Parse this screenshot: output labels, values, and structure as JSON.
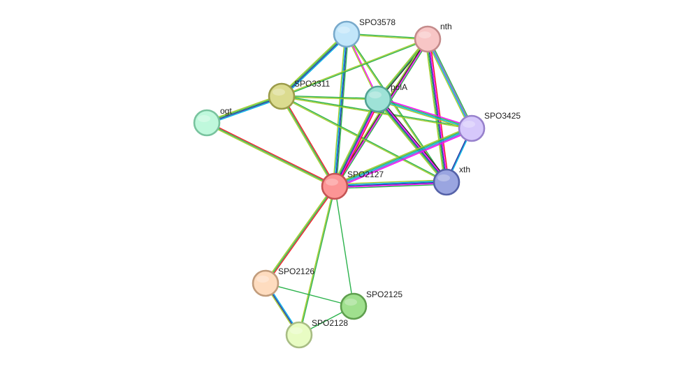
{
  "network": {
    "evidence_colors": {
      "experiments": "#ec1c24",
      "databases": "#00b2e5",
      "textmining": "#a4cc2b",
      "coexpression": "#2a2a2a",
      "neighborhood": "#2bb24c",
      "fusion": "#ff00ff",
      "cooccurrence": "#1f2f9f",
      "homology": "#8e5dc6"
    },
    "nodes": [
      {
        "id": "SPO3578",
        "label": "SPO3578",
        "fill": "#c2e6fa",
        "stroke": "#78a9cb"
      },
      {
        "id": "nth",
        "label": "nth",
        "fill": "#f8c6c6",
        "stroke": "#c48b8b"
      },
      {
        "id": "SPO3311",
        "label": "SPO3311",
        "fill": "#dbdb8f",
        "stroke": "#9b9b4a"
      },
      {
        "id": "polA",
        "label": "polA",
        "fill": "#9ee2d7",
        "stroke": "#52a395"
      },
      {
        "id": "ogt",
        "label": "ogt",
        "fill": "#bff8dc",
        "stroke": "#78c39e"
      },
      {
        "id": "SPO3425",
        "label": "SPO3425",
        "fill": "#d6c8fb",
        "stroke": "#9781cc"
      },
      {
        "id": "xth",
        "label": "xth",
        "fill": "#9aa5e0",
        "stroke": "#5562a8"
      },
      {
        "id": "SPO2127",
        "label": "SPO2127",
        "fill": "#fc9595",
        "stroke": "#c55454"
      },
      {
        "id": "SPO2126",
        "label": "SPO2126",
        "fill": "#fedcbf",
        "stroke": "#c19c7c"
      },
      {
        "id": "SPO2125",
        "label": "SPO2125",
        "fill": "#a0e08e",
        "stroke": "#5f9f4e"
      },
      {
        "id": "SPO2128",
        "label": "SPO2128",
        "fill": "#e8fcc3",
        "stroke": "#a8bd84"
      }
    ],
    "edges": [
      {
        "from": "SPO3578",
        "to": "nth",
        "evidence": [
          "neighborhood",
          "textmining"
        ]
      },
      {
        "from": "SPO3578",
        "to": "SPO3311",
        "evidence": [
          "databases",
          "cooccurrence",
          "neighborhood",
          "textmining"
        ]
      },
      {
        "from": "SPO3578",
        "to": "polA",
        "evidence": [
          "fusion",
          "textmining"
        ]
      },
      {
        "from": "SPO3578",
        "to": "SPO2127",
        "evidence": [
          "neighborhood",
          "cooccurrence",
          "databases",
          "textmining"
        ]
      },
      {
        "from": "SPO3578",
        "to": "xth",
        "evidence": [
          "neighborhood",
          "textmining"
        ]
      },
      {
        "from": "nth",
        "to": "SPO3311",
        "evidence": [
          "neighborhood",
          "textmining"
        ]
      },
      {
        "from": "nth",
        "to": "polA",
        "evidence": [
          "coexpression",
          "neighborhood",
          "textmining"
        ]
      },
      {
        "from": "nth",
        "to": "SPO3425",
        "evidence": [
          "neighborhood",
          "homology",
          "databases",
          "textmining"
        ]
      },
      {
        "from": "nth",
        "to": "xth",
        "evidence": [
          "experiments",
          "fusion",
          "cooccurrence",
          "neighborhood",
          "textmining"
        ]
      },
      {
        "from": "nth",
        "to": "SPO2127",
        "evidence": [
          "neighborhood",
          "fusion",
          "coexpression",
          "textmining"
        ]
      },
      {
        "from": "SPO3311",
        "to": "ogt",
        "evidence": [
          "databases",
          "cooccurrence",
          "neighborhood",
          "textmining"
        ]
      },
      {
        "from": "SPO3311",
        "to": "polA",
        "evidence": [
          "neighborhood",
          "textmining"
        ]
      },
      {
        "from": "SPO3311",
        "to": "SPO3425",
        "evidence": [
          "neighborhood",
          "textmining"
        ]
      },
      {
        "from": "SPO3311",
        "to": "xth",
        "evidence": [
          "neighborhood",
          "textmining"
        ]
      },
      {
        "from": "SPO3311",
        "to": "SPO2127",
        "evidence": [
          "experiments",
          "neighborhood",
          "textmining"
        ]
      },
      {
        "from": "ogt",
        "to": "SPO2127",
        "evidence": [
          "experiments",
          "neighborhood",
          "textmining"
        ]
      },
      {
        "from": "polA",
        "to": "SPO3425",
        "evidence": [
          "fusion",
          "neighborhood",
          "databases",
          "textmining"
        ]
      },
      {
        "from": "polA",
        "to": "xth",
        "evidence": [
          "coexpression",
          "fusion",
          "cooccurrence",
          "neighborhood",
          "textmining"
        ]
      },
      {
        "from": "polA",
        "to": "SPO2127",
        "evidence": [
          "experiments",
          "fusion",
          "cooccurrence",
          "neighborhood",
          "textmining"
        ]
      },
      {
        "from": "SPO3425",
        "to": "xth",
        "evidence": [
          "databases",
          "cooccurrence"
        ]
      },
      {
        "from": "SPO3425",
        "to": "SPO2127",
        "evidence": [
          "fusion",
          "homology",
          "databases",
          "neighborhood",
          "textmining"
        ]
      },
      {
        "from": "xth",
        "to": "SPO2127",
        "evidence": [
          "neighborhood",
          "fusion",
          "cooccurrence",
          "databases",
          "textmining"
        ]
      },
      {
        "from": "SPO2127",
        "to": "SPO2126",
        "evidence": [
          "experiments",
          "neighborhood",
          "textmining"
        ]
      },
      {
        "from": "SPO2127",
        "to": "SPO2125",
        "evidence": [
          "neighborhood"
        ]
      },
      {
        "from": "SPO2127",
        "to": "SPO2128",
        "evidence": [
          "neighborhood",
          "textmining"
        ]
      },
      {
        "from": "SPO2126",
        "to": "SPO2125",
        "evidence": [
          "neighborhood"
        ]
      },
      {
        "from": "SPO2126",
        "to": "SPO2128",
        "evidence": [
          "databases",
          "cooccurrence",
          "textmining"
        ]
      },
      {
        "from": "SPO2125",
        "to": "SPO2128",
        "evidence": [
          "neighborhood"
        ]
      }
    ]
  }
}
